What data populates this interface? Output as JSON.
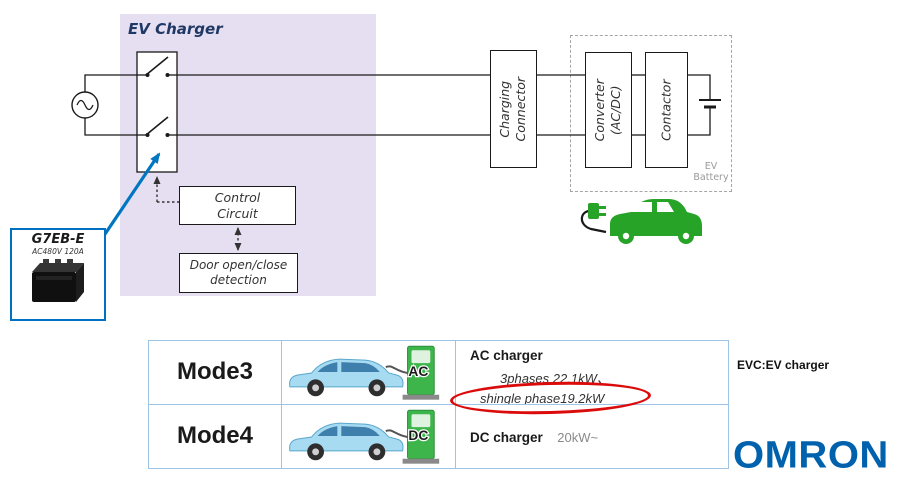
{
  "diagram": {
    "title": "EV Charger",
    "boxes": {
      "control1": "Control",
      "control2": "Circuit",
      "door1": "Door open/close",
      "door2": "detection",
      "connector1": "Charging",
      "connector2": "Connector",
      "converter1": "Converter",
      "converter2": "(AC/DC)",
      "contactor": "Contactor",
      "battery1": "EV",
      "battery2": "Battery"
    },
    "g7eb": {
      "model": "G7EB-E",
      "spec": "AC480V 120A"
    }
  },
  "table": {
    "rows": [
      {
        "mode": "Mode3",
        "plug": "AC",
        "title": "AC charger",
        "line1": "3phases 22.1kW、",
        "line2": "shingle phase19.2kW"
      },
      {
        "mode": "Mode4",
        "plug": "DC",
        "title": "DC charger",
        "line1": "20kW~"
      }
    ]
  },
  "footnote": "EVC:EV charger",
  "brand": "OMRON",
  "colors": {
    "panel_lavender": "#e5dff1",
    "accent_blue": "#0070c0",
    "omron_blue": "#0061ad",
    "car_green": "#27a327",
    "highlight_red": "#dc0b0b"
  }
}
